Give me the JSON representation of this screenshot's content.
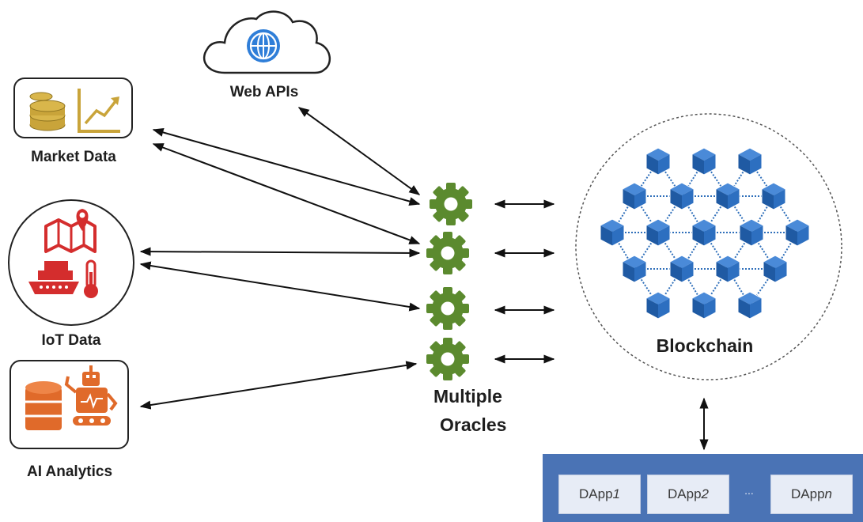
{
  "sources": {
    "web_apis": "Web APIs",
    "market_data": "Market Data",
    "iot_data": "IoT Data",
    "ai_analytics": "AI Analytics"
  },
  "oracles": {
    "label_line1": "Multiple",
    "label_line2": "Oracles",
    "count": 4
  },
  "blockchain": {
    "label": "Blockchain"
  },
  "dapps": [
    {
      "base": "DApp",
      "index": "1"
    },
    {
      "base": "DApp",
      "index": "2"
    },
    {
      "base": "DApp",
      "index": "n"
    }
  ],
  "dapp_ellipsis": "...",
  "colors": {
    "gear": "#5b8a2e",
    "block": "#2f6fba",
    "globe": "#2f7ed8",
    "coin": "#c9a43a",
    "iot": "#d42d2d",
    "ai": "#e06a2a",
    "dapp_bar": "#4a73b5"
  }
}
